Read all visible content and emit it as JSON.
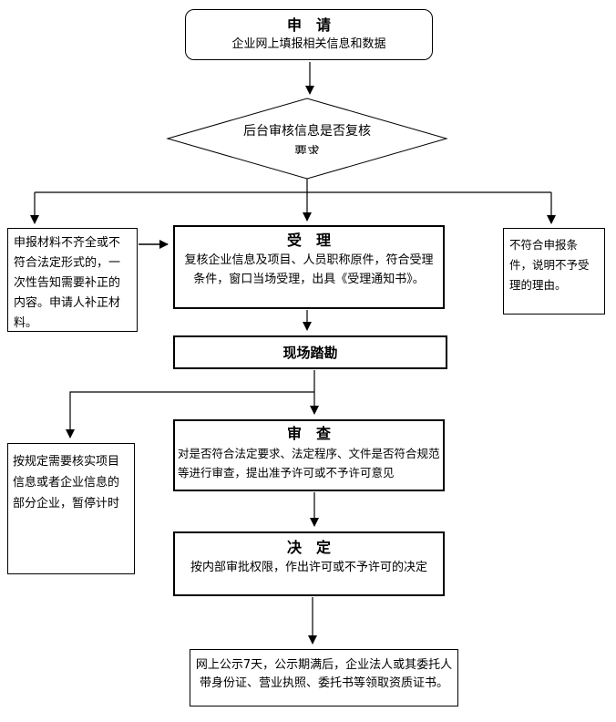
{
  "colors": {
    "border": "#000000",
    "text": "#000000",
    "background": "#ffffff"
  },
  "nodes": {
    "apply": {
      "title": "申　请",
      "body": "企业网上填报相关信息和数据"
    },
    "decision": {
      "line1": "后台审核信息是否复核",
      "line2": "要求"
    },
    "supplement": {
      "body": "申报材料不齐全或不符合法定形式的，一次性告知需要补正的内容。申请人补正材料。"
    },
    "accept": {
      "title": "受　理",
      "body": "复核企业信息及项目、人员职称原件，符合受理条件，窗口当场受理，出具《受理通知书》。"
    },
    "reject": {
      "body": "不符合申报条件，说明不予受理的理由。"
    },
    "site_survey": {
      "title": "现场踏勘"
    },
    "pause": {
      "body": "按规定需要核实项目信息或者企业信息的部分企业，暂停计时"
    },
    "examine": {
      "title": "审　查",
      "body": "对是否符合法定要求、法定程序、文件是否符合规范等进行审查，提出准予许可或不予许可意见"
    },
    "decide": {
      "title": "决　定",
      "body": "按内部审批权限，作出许可或不予许可的决定"
    },
    "publicize": {
      "body": "网上公示7天，公示期满后，企业法人或其委托人带身份证、营业执照、委托书等领取资质证书。"
    }
  }
}
